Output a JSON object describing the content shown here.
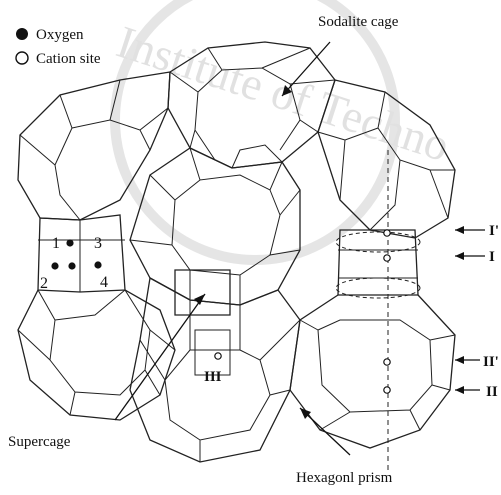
{
  "legend": {
    "oxygen_label": "Oxygen",
    "cation_label": "Cation site"
  },
  "callouts": {
    "sodalite_cage": "Sodalite cage",
    "supercage": "Supercage",
    "hexagonal_prism": "Hexagonl prism"
  },
  "sites": {
    "I_prime": "I'",
    "I": "I",
    "II_prime": "II'",
    "II": "II",
    "III": "III"
  },
  "oxygen_numbers": [
    "1",
    "2",
    "3",
    "4"
  ],
  "watermark": "Institute of Techno"
}
